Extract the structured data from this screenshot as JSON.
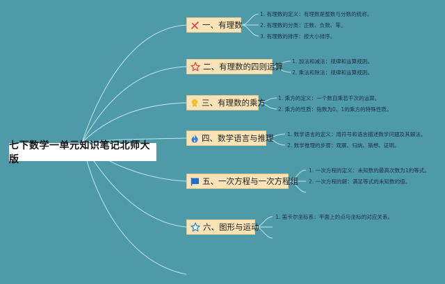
{
  "root": {
    "title": "七下数学一单元知识笔记北师大版"
  },
  "colors": {
    "background": "#4f9aa8",
    "node_fill": "#fbe3b8",
    "line": "#bfe6ef"
  },
  "topics": [
    {
      "label": "一、有理数",
      "icon": "tools-icon",
      "children": [
        "1. 有理数的定义：有理数是整数与分数的统称。",
        "2. 有理数的分类：正数、负数、零。",
        "3. 有理数的排序：按大小排序。"
      ]
    },
    {
      "label": "二、有理数的四则运算",
      "icon": "star-outline-icon",
      "children": [
        "1. 加法和减法：规律和运算规则。",
        "2. 乘法和除法：规律和运算规则。"
      ]
    },
    {
      "label": "三、有理数的乘方",
      "icon": "medal-icon",
      "children": [
        "1. 乘方的定义：一个数自乘若干次的运算。",
        "2. 乘方的性质：指数为0、1的乘方的特殊性质。"
      ]
    },
    {
      "label": "四、数学语言与推理",
      "icon": "flame-icon",
      "children": [
        "1. 数学语言的定义：用符号和语言描述数学问题及其解法。",
        "2. 数学推理的步骤：观察、归纳、猜想、证明。"
      ]
    },
    {
      "label": "五、一次方程与一次方程组",
      "icon": "flag-icon",
      "children": [
        "1. 一次方程的定义：未知数的最高次数为1的等式。",
        "2. 一次方程的解：满足等式的未知数的值。"
      ]
    },
    {
      "label": "六、图形与运动",
      "icon": "star-blue-icon",
      "children": [
        "1. 笛卡尔坐标系：平面上的点与坐标的对应关系。"
      ]
    }
  ]
}
